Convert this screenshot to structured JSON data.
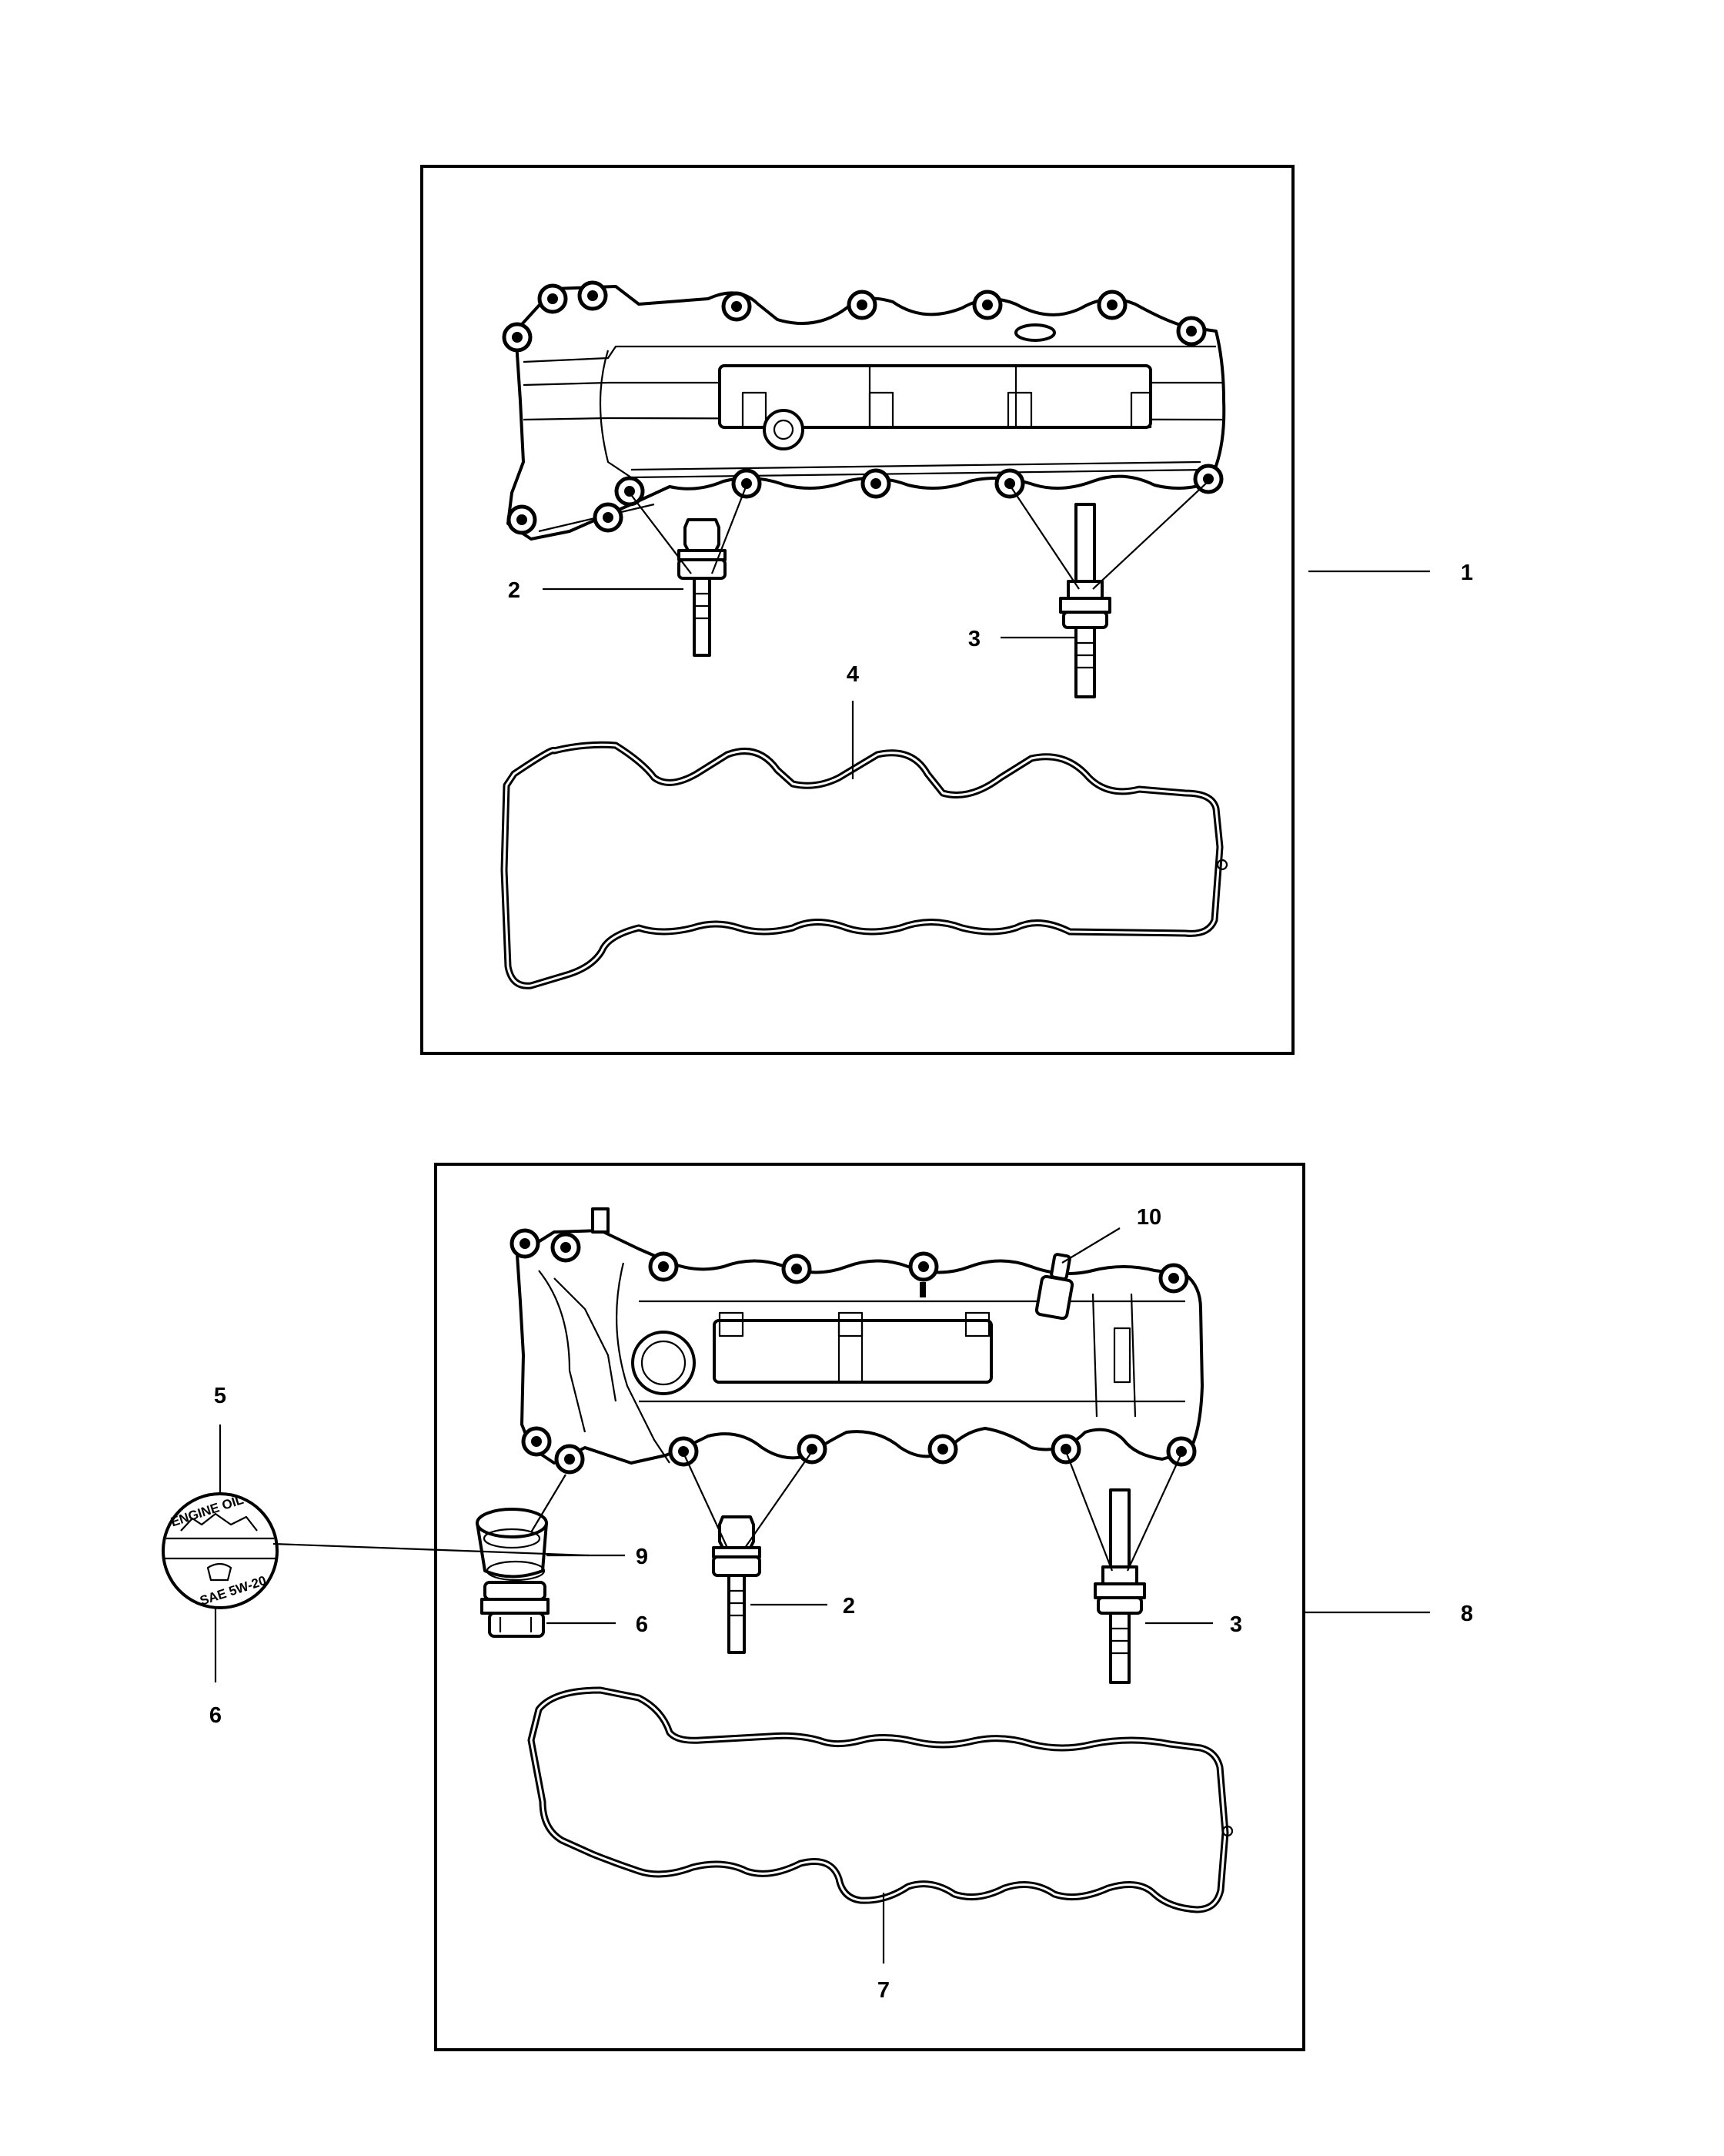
{
  "callouts": {
    "upper_assembly": "1",
    "upper_bolt_a": "2",
    "upper_bolt_b": "3",
    "upper_gasket": "4",
    "oil_cap": "5",
    "oil_cap_lower": "6",
    "lower_gasket": "7",
    "lower_assembly": "8",
    "oil_filler_neck": "9",
    "sensor": "10",
    "lower_bolt_a": "2",
    "lower_bolt_b": "3",
    "filler_adapter": "6"
  },
  "oil_cap_text": {
    "top": "ENGINE OIL",
    "bottom": "SAE 5W-20"
  }
}
